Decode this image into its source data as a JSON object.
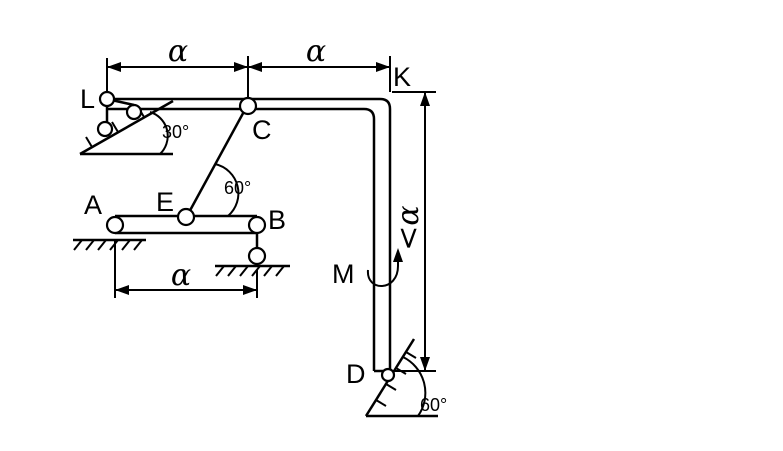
{
  "points": {
    "L": "L",
    "K": "K",
    "C": "C",
    "A": "A",
    "E": "E",
    "B": "B",
    "M": "M",
    "D": "D"
  },
  "dimensions": {
    "lc": "α",
    "ck": "α",
    "ab": "α",
    "kd": "<α"
  },
  "angles": {
    "support_l": "30°",
    "rod_ce": "60°",
    "support_d": "60°"
  }
}
